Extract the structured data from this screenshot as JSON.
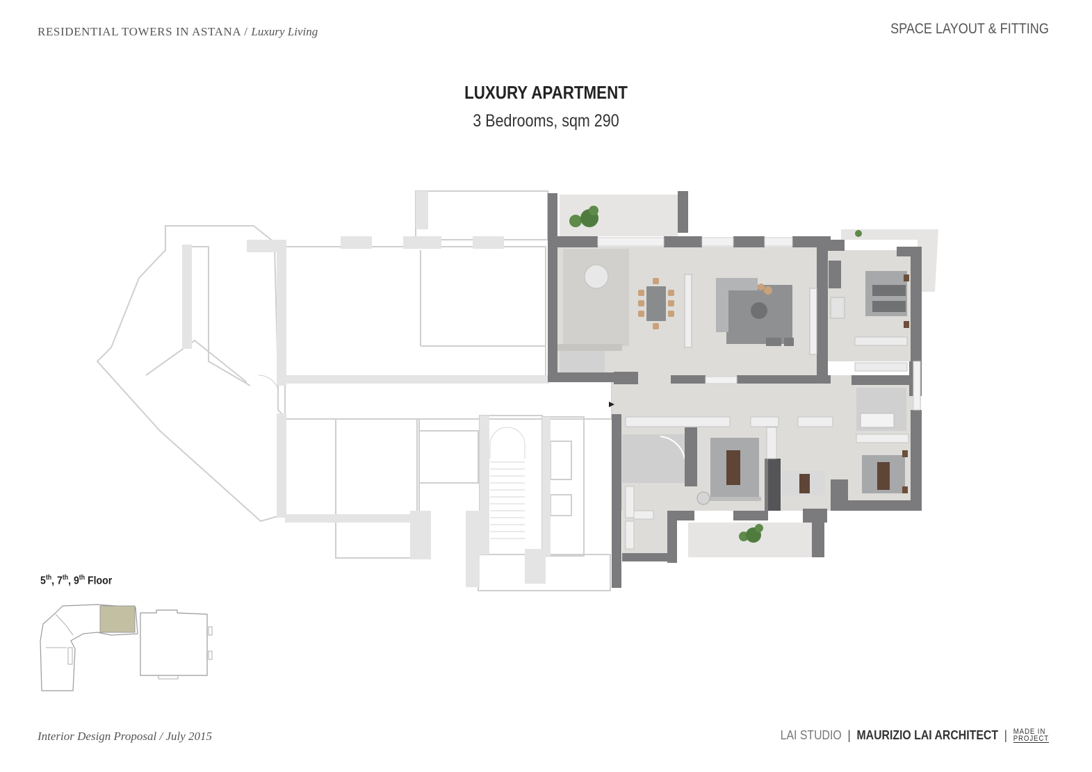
{
  "header": {
    "project": "RESIDENTIAL TOWERS IN ASTANA",
    "separator": "/",
    "project_sub": "Luxury Living",
    "section": "SPACE LAYOUT & FITTING"
  },
  "plan": {
    "title": "LUXURY APARTMENT",
    "subtitle": "3 Bedrooms, sqm 290"
  },
  "floors": {
    "f1": "5",
    "f2": "7",
    "f3": "9",
    "suffix": "th",
    "label": "Floor"
  },
  "footer": {
    "proposal": "Interior Design Proposal  /  July 2015",
    "studio": "LAI STUDIO",
    "architect": "MAURIZIO LAI ARCHITECT",
    "logo_line1": "MADE IN",
    "logo_line2": "PROJECT",
    "sep": "|"
  },
  "colors": {
    "wall_dark": "#7b7a7c",
    "wall_light": "#e2e2e2",
    "floor_wood": "#dedcd9",
    "rug": "#8f9092",
    "highlight": "#c3bfa3"
  }
}
